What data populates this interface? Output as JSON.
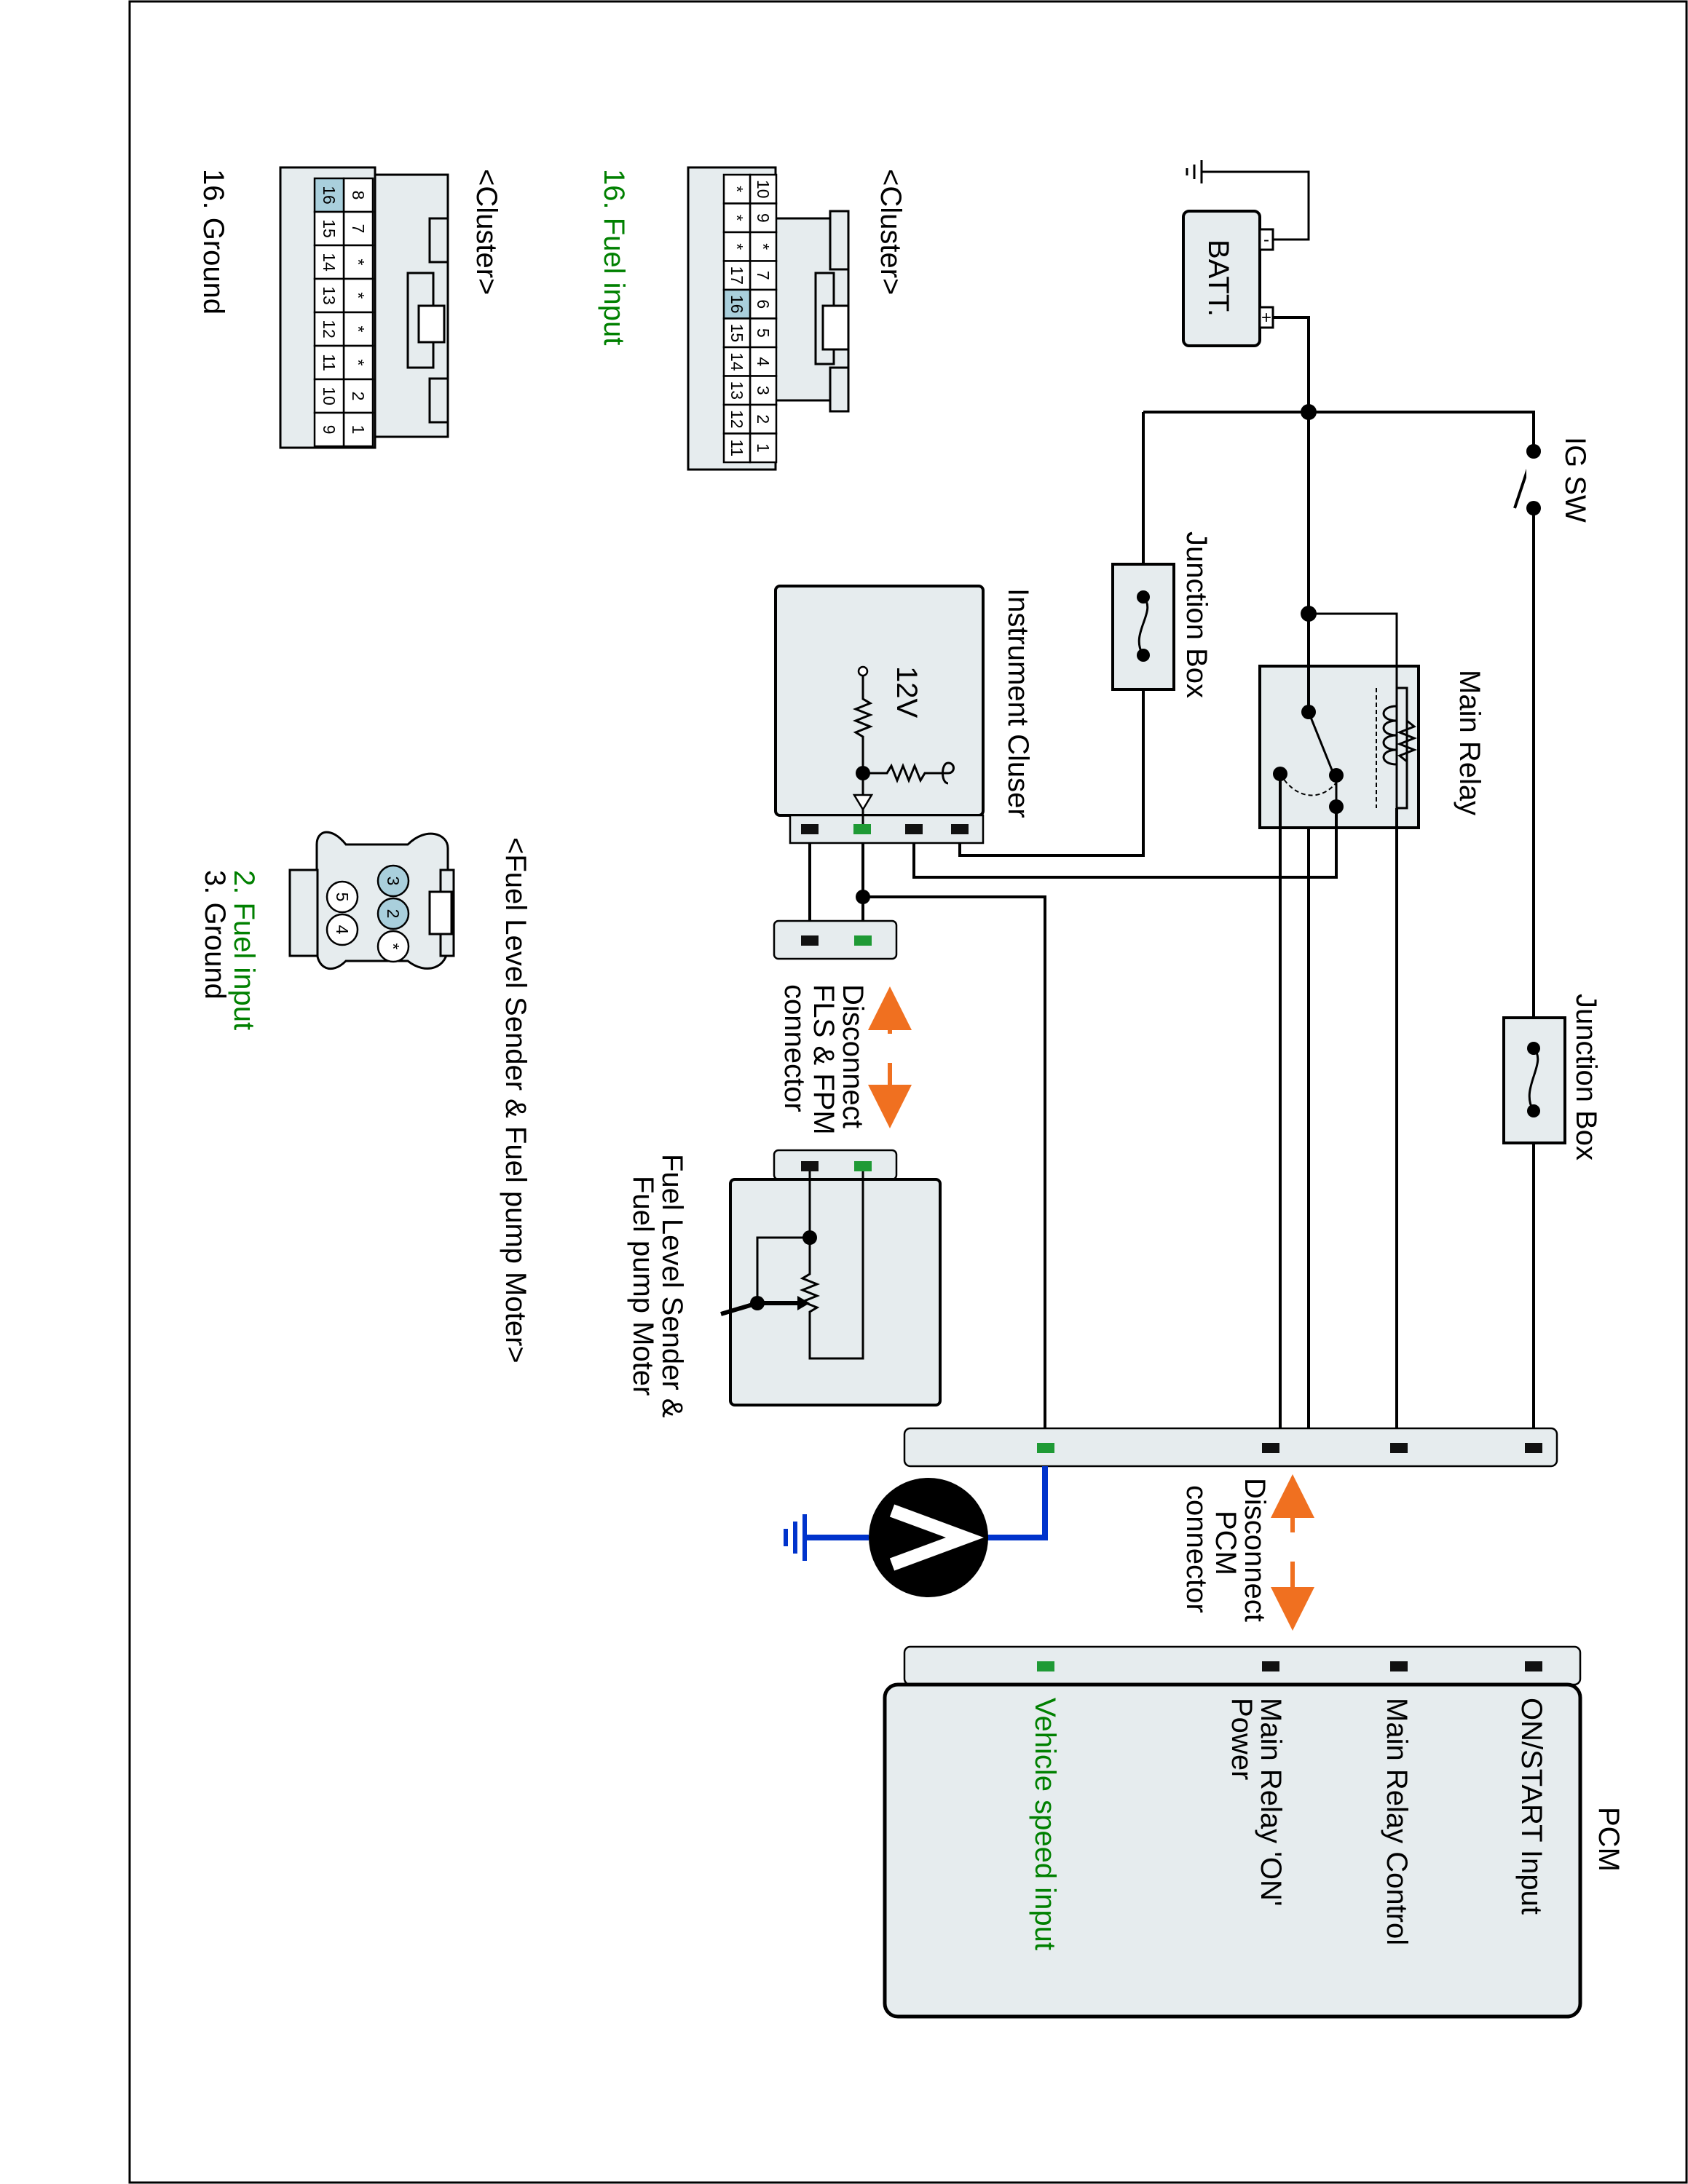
{
  "labels": {
    "batt": "BATT.",
    "batt_minus": "-",
    "batt_plus": "+",
    "ig_sw": "IG SW",
    "junction_box": "Junction Box",
    "main_relay": "Main Relay",
    "instrument_cluster": "Instrument Cluser",
    "voltage_12v": "12V",
    "disconnect_fls_line1": "Disconnect",
    "disconnect_fls_line2": "FLS & FPM",
    "disconnect_fls_line3": "connector",
    "fls_line1": "Fuel Level Sender &",
    "fls_line2": "Fuel pump Moter",
    "disconnect_pcm_line1": "Disconnect",
    "disconnect_pcm_line2": "PCM",
    "disconnect_pcm_line3": "connector",
    "pcm": "PCM",
    "pcm_on_start": "ON/START Input",
    "pcm_main_relay_control": "Main Relay Control",
    "pcm_main_relay_on_line1": "Main Relay 'ON'",
    "pcm_main_relay_on_line2": "Power",
    "pcm_vehicle_speed": "Vehicle speed input",
    "voltmeter": "V"
  },
  "connectors": {
    "cluster1": {
      "title": "<Cluster>",
      "pin_note": "16. Fuel input",
      "pins_row_a": [
        "10",
        "9",
        "*",
        "7",
        "6",
        "5",
        "4",
        "3",
        "2",
        "1"
      ],
      "pins_row_b": [
        "*",
        "*",
        "*",
        "17",
        "16",
        "15",
        "14",
        "13",
        "12",
        "11"
      ]
    },
    "cluster2": {
      "title": "<Cluster>",
      "pin_note": "16. Ground",
      "pins_row_a": [
        "8",
        "7",
        "*",
        "*",
        "*",
        "*",
        "2",
        "1"
      ],
      "pins_row_b": [
        "16",
        "15",
        "14",
        "13",
        "12",
        "11",
        "10",
        "9"
      ]
    },
    "fuel_sender": {
      "title": "<Fuel Level Sender & Fuel pump Moter>",
      "pin_note_1": "2. Fuel input",
      "pin_note_2": "3. Ground",
      "pins_row_a": [
        "3",
        "2",
        "*"
      ],
      "pins_row_b": [
        "5",
        "4"
      ]
    }
  },
  "colors": {
    "highlight_wire": "#0033cc",
    "signal_green": "#008000",
    "pin_green": "#1f9a35",
    "arrow_orange": "#f07020",
    "box_fill": "#e6ecee",
    "pin_highlight": "#a9cfdc"
  }
}
